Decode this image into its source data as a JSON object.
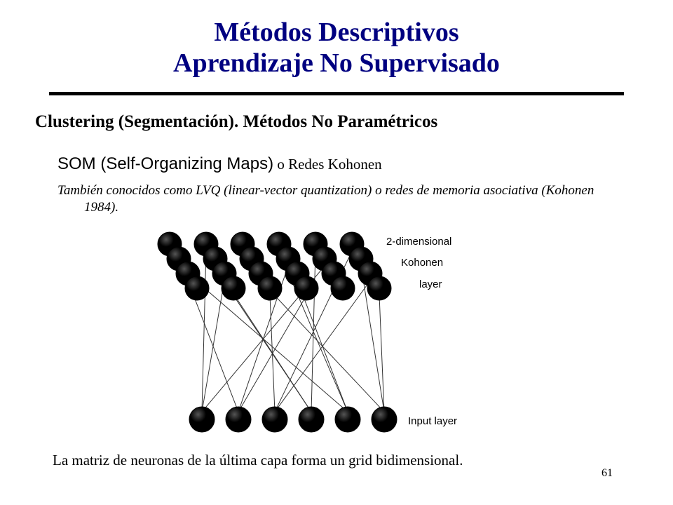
{
  "slide": {
    "title_line1": "Métodos Descriptivos",
    "title_line2": "Aprendizaje No Supervisado",
    "subtitle": "Clustering (Segmentación). Métodos No Paramétricos",
    "som_main": "SOM (Self-Organizing Maps)",
    "som_rest": " o Redes Kohonen",
    "aka": "También conocidos como LVQ (linear-vector quantization) o redes de memoria asociativa (Kohonen 1984).",
    "caption": "La matriz de neuronas de la última capa forma un grid bidimensional.",
    "page_number": "61"
  },
  "diagram": {
    "label_kohonen_1": "2-dimensional",
    "label_kohonen_2": "Kohonen",
    "label_kohonen_3": "layer",
    "label_input": "Input layer",
    "kohonen_rows": 4,
    "kohonen_cols": 6,
    "input_nodes": 6
  },
  "colors": {
    "title": "#000080",
    "text": "#000000",
    "node": "#000000"
  }
}
